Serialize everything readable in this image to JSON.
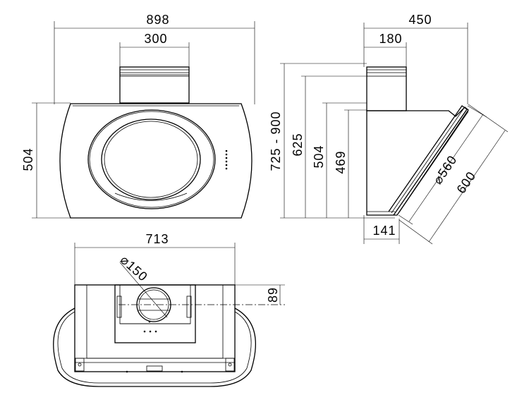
{
  "front_view": {
    "overall_width": "898",
    "chimney_width": "300",
    "body_height": "504"
  },
  "side_view": {
    "overall_depth": "450",
    "chimney_depth": "180",
    "height_range": "725 - 900",
    "height_625": "625",
    "height_504": "504",
    "height_469": "469",
    "bottom_depth": "141",
    "panel_diameter": "⌀560",
    "panel_length": "600"
  },
  "bottom_view": {
    "width": "713",
    "outlet_diameter": "⌀150",
    "outlet_offset": "89"
  }
}
